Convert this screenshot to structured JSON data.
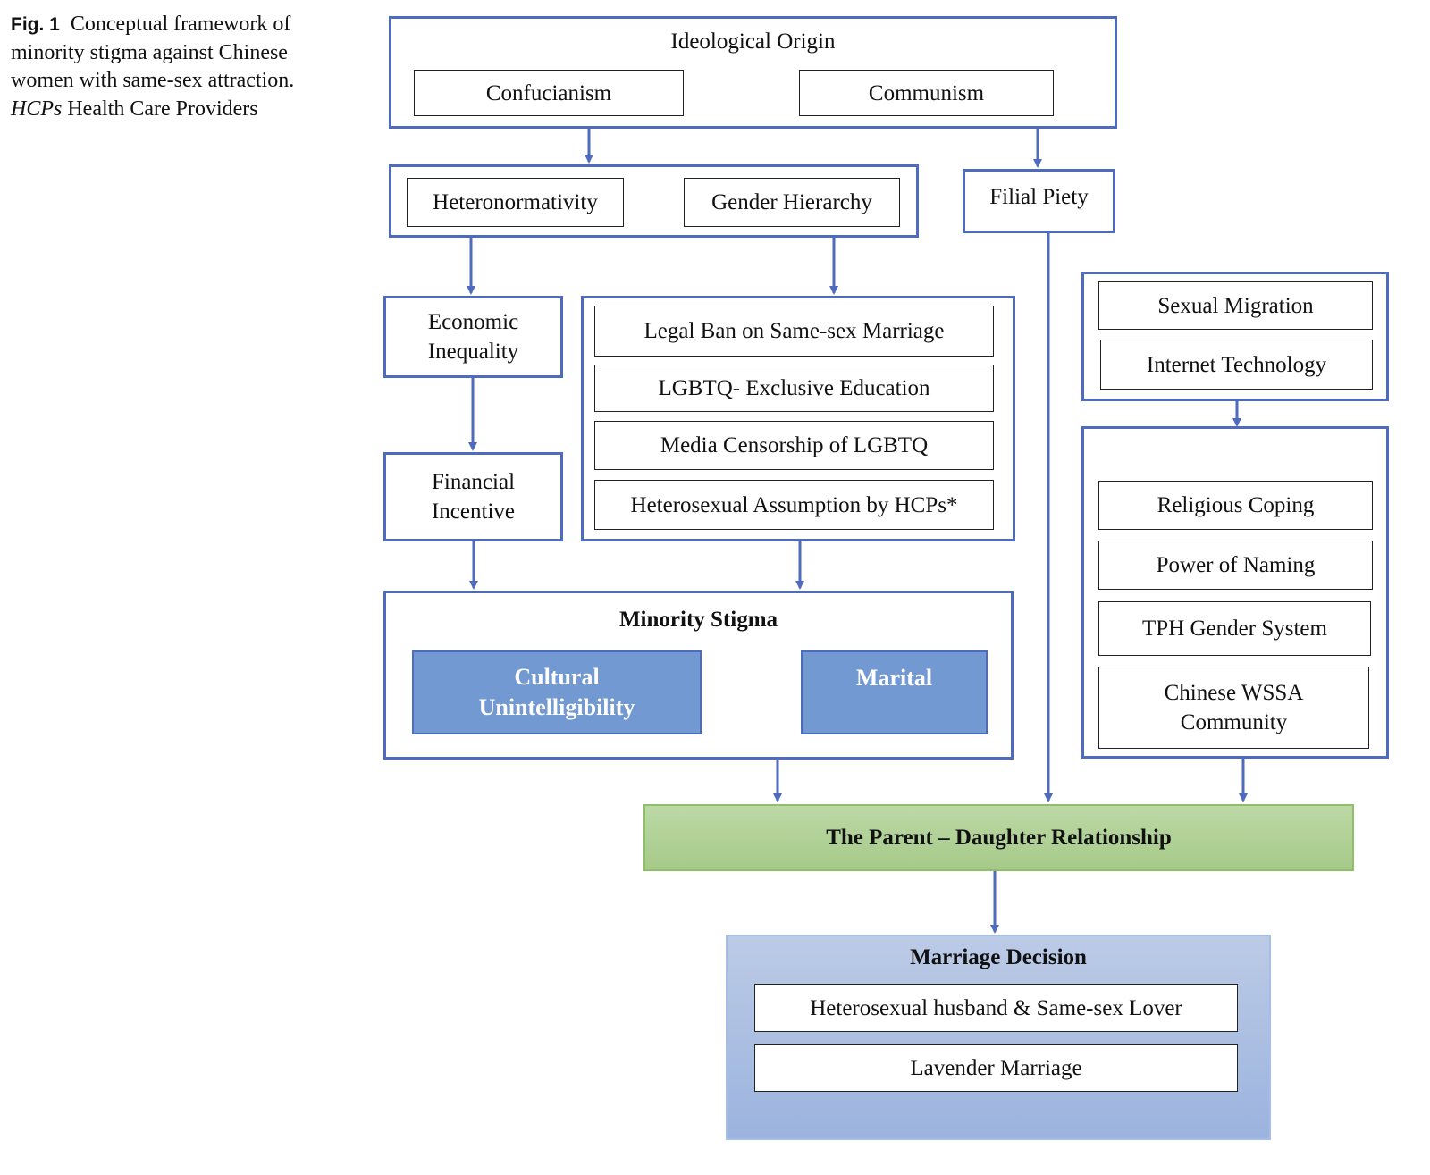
{
  "caption": {
    "label": "Fig. 1",
    "text": "Conceptual framework of minority stigma against Chinese women with same-sex attraction.",
    "abbr": "HCPs",
    "abbr_def": "Health Care Providers"
  },
  "ideological": {
    "title": "Ideological Origin",
    "items": [
      "Confucianism",
      "Communism"
    ]
  },
  "hetero_box": {
    "left": "Heteronormativity",
    "right": "Gender Hierarchy"
  },
  "filial_piety": "Filial Piety",
  "economic": "Economic Inequality",
  "financial": "Financial Incentive",
  "institutional": [
    "Legal Ban on Same-sex Marriage",
    "LGBTQ- Exclusive Education",
    "Media Censorship of LGBTQ",
    "Heterosexual Assumption by HCPs*"
  ],
  "migration": [
    "Sexual Migration",
    "Internet Technology"
  ],
  "coping": [
    "Religious Coping",
    "Power of Naming",
    "TPH Gender System",
    "Chinese WSSA Community"
  ],
  "stigma": {
    "title": "Minority Stigma",
    "left": "Cultural Unintelligibility",
    "right": "Marital"
  },
  "relationship": "The Parent – Daughter Relationship",
  "marriage": {
    "title": "Marriage Decision",
    "items": [
      "Heterosexual husband & Same-sex Lover",
      "Lavender Marriage"
    ]
  },
  "colors": {
    "outline": "#4f6bbd",
    "stigma_fill": "#7299d1",
    "relationship_fill": "#a6ca89",
    "marriage_fill": "#9bb3de"
  }
}
